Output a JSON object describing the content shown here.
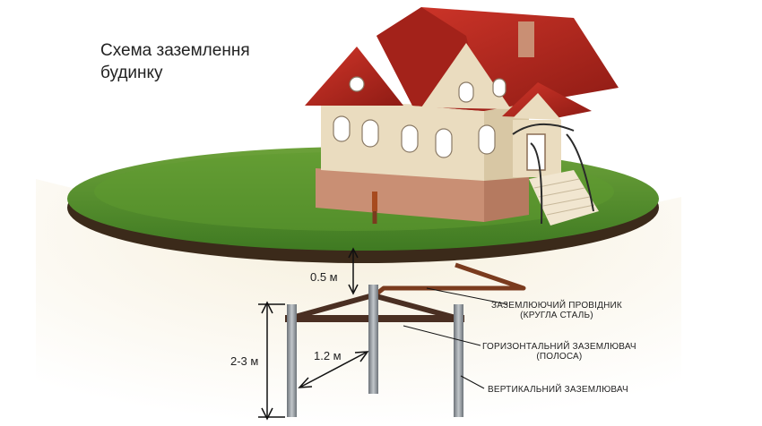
{
  "title": {
    "line1": "Схема заземлення",
    "line2": "будинку"
  },
  "dimensions": {
    "depth": "0.5 м",
    "height": "2-3 м",
    "spacing": "1.2 м"
  },
  "labels": {
    "conductor_line1": "ЗАЗЕМЛЮЮЧИЙ ПРОВІДНИК",
    "conductor_line2": "(КРУГЛА СТАЛЬ)",
    "horizontal_line1": "ГОРИЗОНТАЛЬНИЙ  ЗАЗЕМЛЮВАЧ",
    "horizontal_line2": "(ПОЛОСА)",
    "vertical": "ВЕРТИКАЛЬНИЙ ЗАЗЕМЛЮВАЧ"
  },
  "colors": {
    "soil": "#f3ebd4",
    "grass": "#4f8a2a",
    "earth": "#3b2a1a",
    "roof": "#b8281e",
    "wall": "#eadcbf",
    "plinth": "#c98f74",
    "steel_band": "#4a2f22",
    "rod": "#8a9096",
    "conductor": "#7a3b1e"
  }
}
